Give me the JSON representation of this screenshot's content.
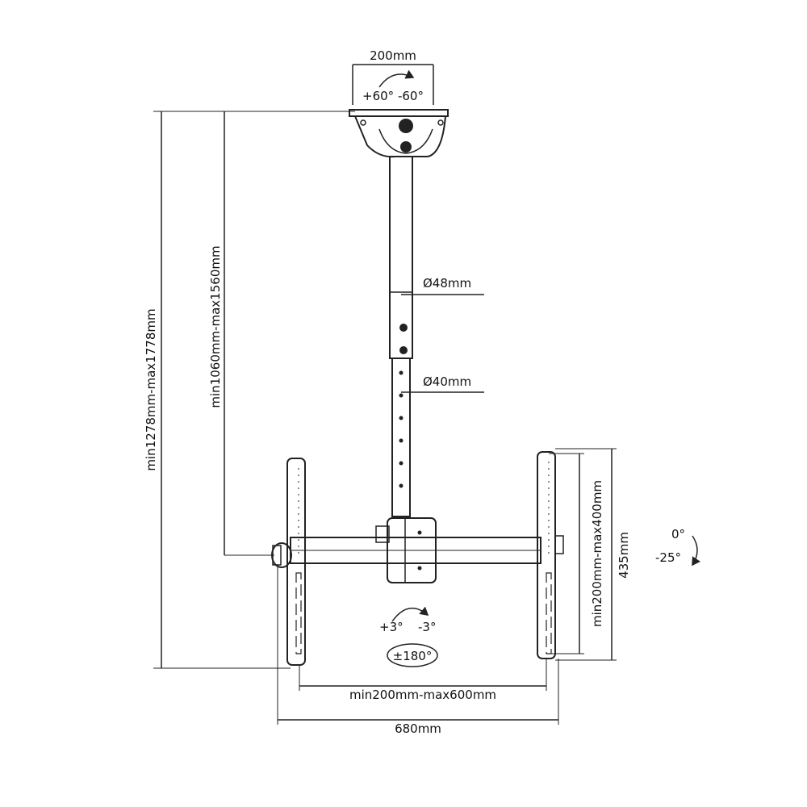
{
  "labels": {
    "plate_width": "200mm",
    "swivel_range": "+60° -60°",
    "upper_pole": "Ø48mm",
    "lower_pole": "Ø40mm",
    "total_height": "min1278mm-max1778mm",
    "pole_height": "min1060mm-max1560mm",
    "vertical_spacing": "min200mm-max400mm",
    "bracket_height": "435mm",
    "tilt_top": "0°",
    "tilt_bottom": "-25°",
    "level_left": "+3°",
    "level_right": "-3°",
    "rotation": "±180°",
    "horizontal_spacing": "min200mm-max600mm",
    "overall_width": "680mm"
  },
  "colors": {
    "line": "#222222",
    "background": "#ffffff"
  },
  "icons": [
    "swivel-arrow-icon",
    "tilt-arrow-icon",
    "level-arrow-icon",
    "rotate-arrow-icon"
  ]
}
